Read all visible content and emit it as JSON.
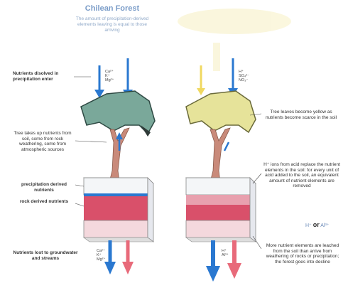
{
  "title": "Chilean Forest",
  "subtitle": "The amount of precipitation-derived elements leaving is equal to those arriving",
  "left": {
    "nutrients_enter": "Nutrients disolved in precipitation enter",
    "tree_takes_up": "Tree takes up nutrients from soil, some from rock weathering, some from atmospheric sources",
    "precip_derived_label": "precipitation derived nutrients",
    "rock_derived_label": "rock derived nutrients",
    "lost": "Nutrients lost to groundwater and streams",
    "ions_top": [
      "Ca²⁺",
      "K⁺",
      "Mg²⁺"
    ],
    "ions_bottom": [
      "Ca²⁺",
      "K⁺",
      "Mg²⁺"
    ]
  },
  "right": {
    "leaves_yellow": "Tree leaves become yellow as nutrients become scarce in the soil",
    "acid_replace": "H⁺ ions from acid replace the nutrient elements in the soil: for every unit of acid added to the soil, an equivalent amount of nutrient elements are removed",
    "or_text": "or",
    "or_left": "H⁺",
    "or_right": "Al³⁺",
    "more_nutrients": "More nutrient elements are leached from the soil than arrive from weathering of rocks or precipitation; the forest goes into decline",
    "ions_top": [
      "H⁺",
      "SO₄²⁻",
      "NO₃⁻"
    ],
    "ions_bottom": [
      "H⁺",
      "Al³⁺"
    ]
  },
  "colors": {
    "blue_arrow": "#2a78d0",
    "pink_arrow": "#e86a7a",
    "green_canopy": "#7aa89a",
    "yellow_canopy": "#e6e39a",
    "soil_red": "#d9506a",
    "trunk": "#c98a7a"
  }
}
